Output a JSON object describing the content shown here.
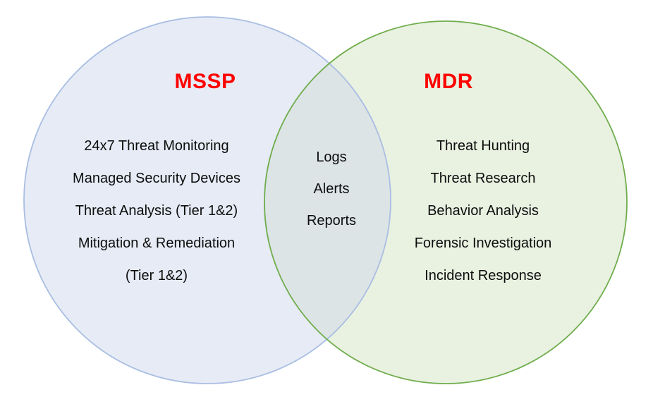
{
  "diagram": {
    "type": "venn",
    "left": {
      "title": "MSSP",
      "items": [
        "24x7 Threat Monitoring",
        "Managed Security Devices",
        "Threat Analysis (Tier 1&2)",
        "Mitigation & Remediation",
        "(Tier 1&2)"
      ]
    },
    "overlap": {
      "items": [
        "Logs",
        "Alerts",
        "Reports"
      ]
    },
    "right": {
      "title": "MDR",
      "items": [
        "Threat Hunting",
        "Threat Research",
        "Behavior Analysis",
        "Forensic Investigation",
        "Incident Response"
      ]
    },
    "colors": {
      "left_fill": "#E6EBF5",
      "left_stroke": "#A9BEE2",
      "right_fill": "#E9F1E1",
      "right_stroke": "#6FAD4C",
      "overlap_fill": "#DDE4E6",
      "title_color": "#FF0000",
      "text_color": "#0D0D0D"
    }
  }
}
